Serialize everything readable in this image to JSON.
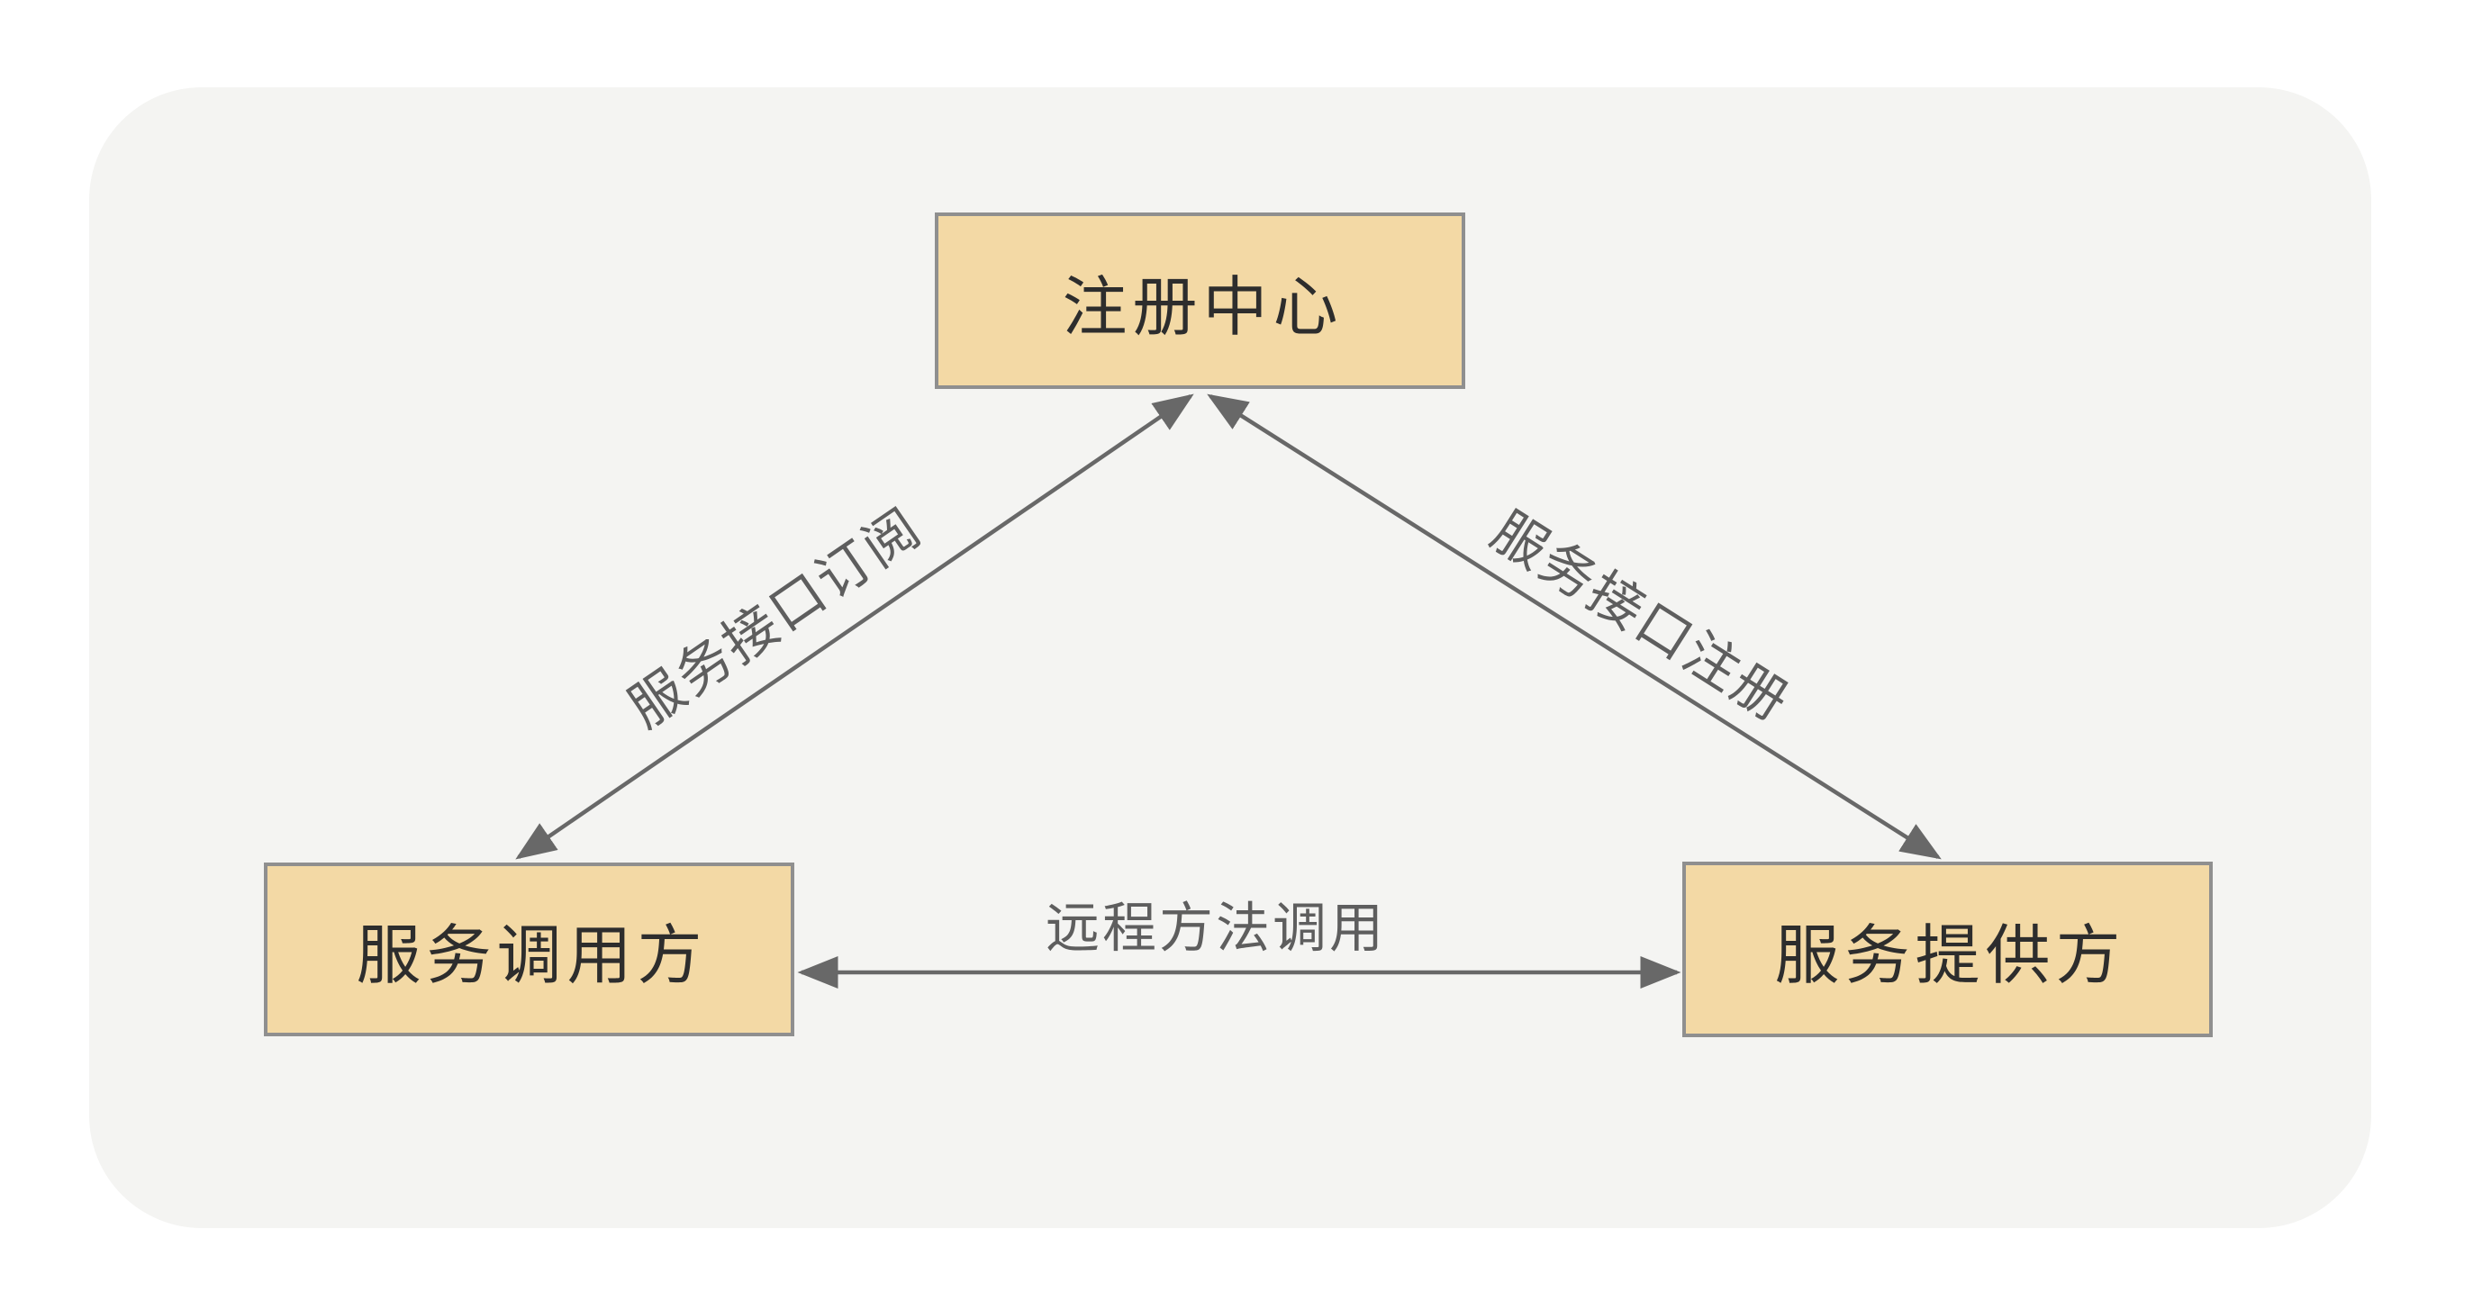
{
  "colors": {
    "page_background": "#ffffff",
    "canvas_background": "#f4f4f2",
    "node_fill": "#f3d9a5",
    "node_border": "#8f8f8f",
    "node_text": "#2d2d2d",
    "connector": "#686868",
    "edge_label_text": "#5e5e5e"
  },
  "nodes": [
    {
      "id": "registry",
      "label": "注册中心"
    },
    {
      "id": "consumer",
      "label": "服务调用方"
    },
    {
      "id": "provider",
      "label": "服务提供方"
    }
  ],
  "edges": [
    {
      "from": "consumer",
      "to": "registry",
      "label": "服务接口订阅",
      "arrows": "both"
    },
    {
      "from": "provider",
      "to": "registry",
      "label": "服务接口注册",
      "arrows": "both"
    },
    {
      "from": "consumer",
      "to": "provider",
      "label": "远程方法调用",
      "arrows": "both"
    }
  ]
}
